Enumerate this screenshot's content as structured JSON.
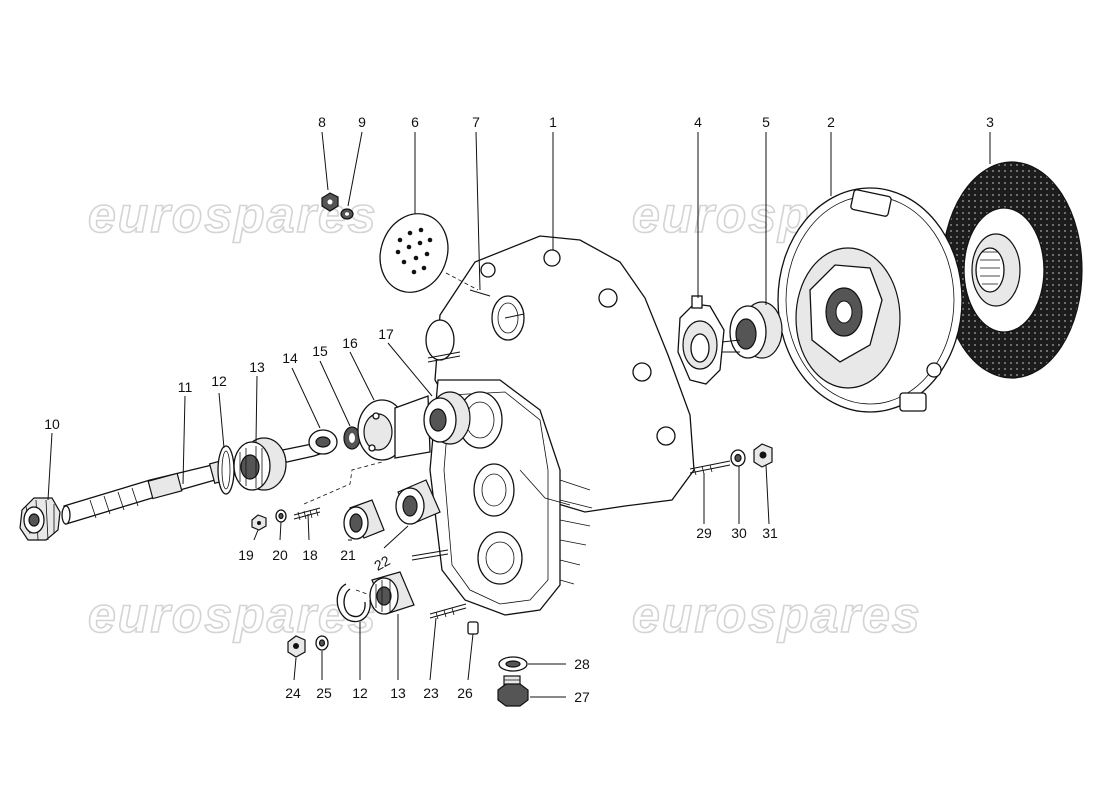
{
  "watermark": {
    "text": "eurospares",
    "instances": [
      "wm-1",
      "wm-2",
      "wm-3",
      "wm-4"
    ]
  },
  "callouts": [
    {
      "id": "c1",
      "label": "1",
      "part": "clutch-housing"
    },
    {
      "id": "c2",
      "label": "2",
      "part": "pressure-plate"
    },
    {
      "id": "c3",
      "label": "3",
      "part": "clutch-disc"
    },
    {
      "id": "c4",
      "label": "4",
      "part": "release-fork"
    },
    {
      "id": "c5",
      "label": "5",
      "part": "release-bearing"
    },
    {
      "id": "c6",
      "label": "6",
      "part": "cover-plate"
    },
    {
      "id": "c7",
      "label": "7",
      "part": "stud"
    },
    {
      "id": "c8",
      "label": "8",
      "part": "nut"
    },
    {
      "id": "c9",
      "label": "9",
      "part": "washer"
    },
    {
      "id": "c10",
      "label": "10",
      "part": "shaft-nut"
    },
    {
      "id": "c11",
      "label": "11",
      "part": "input-shaft"
    },
    {
      "id": "c12",
      "label": "12",
      "part": "circlip"
    },
    {
      "id": "c13",
      "label": "13",
      "part": "bearing"
    },
    {
      "id": "c14",
      "label": "14",
      "part": "ring"
    },
    {
      "id": "c15",
      "label": "15",
      "part": "seal"
    },
    {
      "id": "c16",
      "label": "16",
      "part": "bearing-carrier"
    },
    {
      "id": "c17",
      "label": "17",
      "part": "flange"
    },
    {
      "id": "c18",
      "label": "18",
      "part": "stud"
    },
    {
      "id": "c19",
      "label": "19",
      "part": "nut"
    },
    {
      "id": "c20",
      "label": "20",
      "part": "washer"
    },
    {
      "id": "c21",
      "label": "21",
      "part": "needle-bearing"
    },
    {
      "id": "c22",
      "label": "22",
      "part": "bushing"
    },
    {
      "id": "c23",
      "label": "23",
      "part": "stud"
    },
    {
      "id": "c24",
      "label": "24",
      "part": "nut"
    },
    {
      "id": "c25",
      "label": "25",
      "part": "washer"
    },
    {
      "id": "c26",
      "label": "26",
      "part": "dowel"
    },
    {
      "id": "c27",
      "label": "27",
      "part": "drain-plug"
    },
    {
      "id": "c28",
      "label": "28",
      "part": "gasket"
    },
    {
      "id": "c29",
      "label": "29",
      "part": "stud"
    },
    {
      "id": "c30",
      "label": "30",
      "part": "washer"
    },
    {
      "id": "c31",
      "label": "31",
      "part": "nut"
    },
    {
      "id": "c12b",
      "label": "12",
      "part": "circlip"
    },
    {
      "id": "c13b",
      "label": "13",
      "part": "bearing"
    }
  ]
}
